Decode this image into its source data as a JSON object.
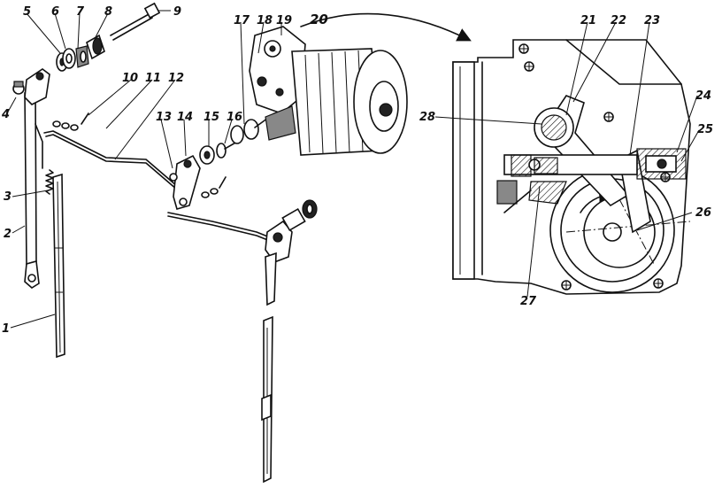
{
  "figure": {
    "callouts": [
      {
        "id": "1",
        "text": "1"
      },
      {
        "id": "2",
        "text": "2"
      },
      {
        "id": "3",
        "text": "3"
      },
      {
        "id": "4",
        "text": "4"
      },
      {
        "id": "5",
        "text": "5"
      },
      {
        "id": "6",
        "text": "6"
      },
      {
        "id": "7",
        "text": "7"
      },
      {
        "id": "8",
        "text": "8"
      },
      {
        "id": "9",
        "text": "9"
      },
      {
        "id": "10",
        "text": "10"
      },
      {
        "id": "11",
        "text": "11"
      },
      {
        "id": "12",
        "text": "12"
      },
      {
        "id": "13",
        "text": "13"
      },
      {
        "id": "14",
        "text": "14"
      },
      {
        "id": "15",
        "text": "15"
      },
      {
        "id": "16",
        "text": "16"
      },
      {
        "id": "17",
        "text": "17"
      },
      {
        "id": "18",
        "text": "18"
      },
      {
        "id": "19",
        "text": "19"
      },
      {
        "id": "20",
        "text": "20"
      },
      {
        "id": "21",
        "text": "21"
      },
      {
        "id": "22",
        "text": "22"
      },
      {
        "id": "23",
        "text": "23"
      },
      {
        "id": "24",
        "text": "24"
      },
      {
        "id": "25",
        "text": "25"
      },
      {
        "id": "26",
        "text": "26"
      },
      {
        "id": "27",
        "text": "27"
      },
      {
        "id": "28",
        "text": "28"
      }
    ]
  }
}
